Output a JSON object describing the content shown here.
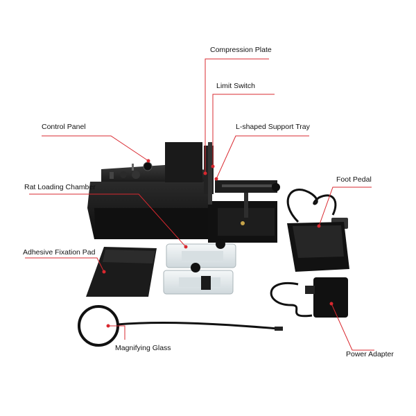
{
  "labels": {
    "compression_plate": "Compression Plate",
    "limit_switch": "Limit Switch",
    "control_panel": "Control Panel",
    "l_shaped_support_tray": "L-shaped Support Tray",
    "rat_loading_chamber": "Rat Loading Chamber",
    "foot_pedal": "Foot Pedal",
    "adhesive_fixation_pad": "Adhesive Fixation Pad",
    "magnifying_glass": "Magnifying Glass",
    "power_adapter": "Power Adapter"
  },
  "colors": {
    "callout_line": "#d9282f",
    "callout_dot": "#d9282f",
    "device_body": "#141414",
    "device_edge": "#2a2a2a",
    "acrylic": "#e6ecef",
    "background": "#ffffff"
  }
}
